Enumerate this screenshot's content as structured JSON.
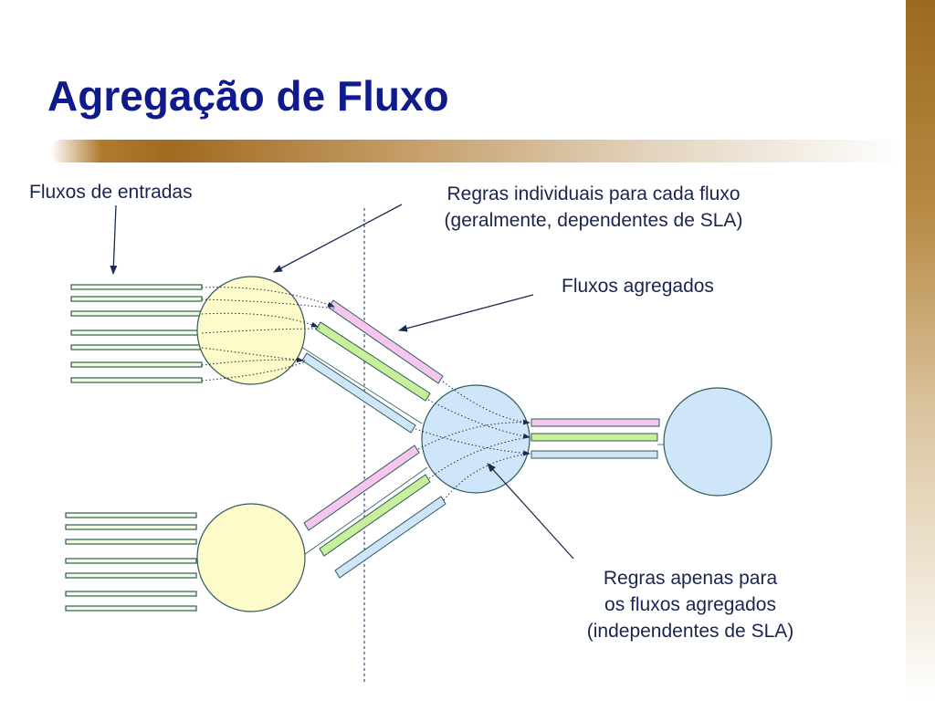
{
  "slide": {
    "title": "Agregação de Fluxo"
  },
  "labels": {
    "input_flows": "Fluxos de entradas",
    "individual_rules_line1": "Regras individuais para cada fluxo",
    "individual_rules_line2": "(geralmente, dependentes de SLA)",
    "aggregated_flows": "Fluxos agregados",
    "aggregate_rules_line1": "Regras apenas para",
    "aggregate_rules_line2": "os fluxos agregados",
    "aggregate_rules_line3": "(independentes de SLA)"
  },
  "colors": {
    "title": "#0f1a8c",
    "label_text": "#1b2450",
    "input_flow_fill": "#f3fcdc",
    "input_flow_border": "#2f5b5b",
    "yellow_node": "#fdfbc9",
    "blue_node": "#cfe6fa",
    "pink_flow": "#f6c6ee",
    "green_flow": "#c8f09a",
    "blue_flow": "#cfe6fa",
    "arrow": "#1b2a50"
  }
}
